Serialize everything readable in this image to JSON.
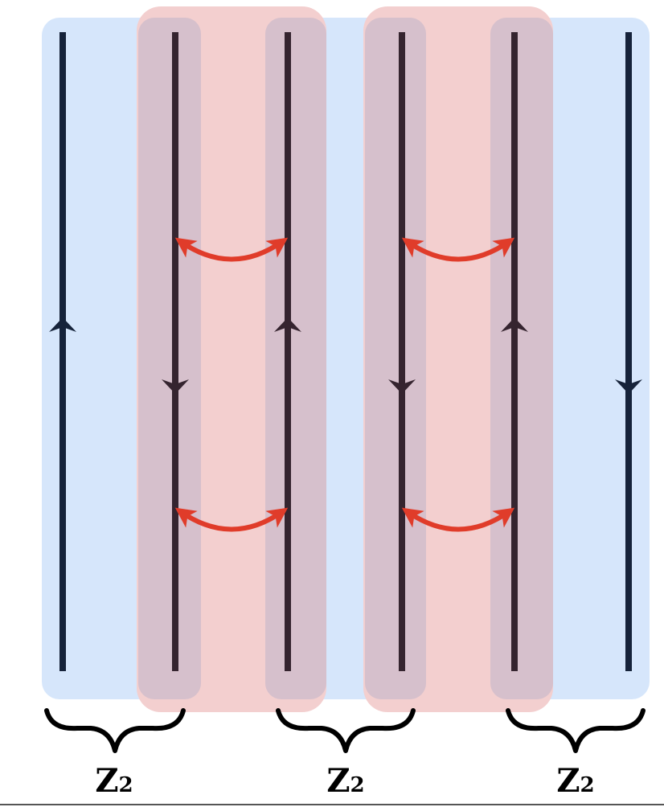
{
  "diagram": {
    "wires": [
      {
        "direction": "up"
      },
      {
        "direction": "down"
      },
      {
        "direction": "up"
      },
      {
        "direction": "down"
      },
      {
        "direction": "up"
      },
      {
        "direction": "down"
      }
    ],
    "couplings": [
      {
        "wires": [
          2,
          3
        ],
        "rows": 2
      },
      {
        "wires": [
          4,
          5
        ],
        "rows": 2
      }
    ],
    "groups": [
      {
        "label": "Z",
        "subscript": "2"
      },
      {
        "label": "Z",
        "subscript": "2"
      },
      {
        "label": "Z",
        "subscript": "2"
      }
    ],
    "colors": {
      "background_region": "#d6e6fb",
      "coupled_region": "#f3cfcf",
      "wire_highlight": "#d6c0cc",
      "wire": "#16233a",
      "wire_in_coupled_region": "#35242f",
      "coupling_arrow": "#e03c2a",
      "brace": "#000000"
    }
  }
}
